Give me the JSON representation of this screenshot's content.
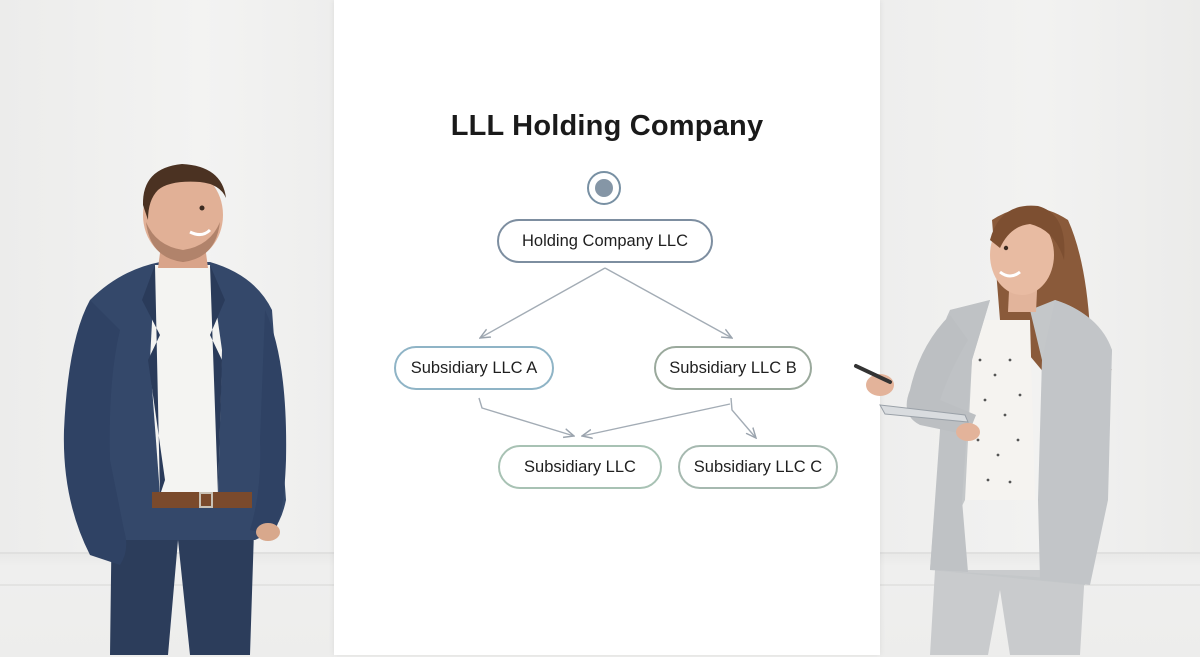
{
  "diagram": {
    "title": "LLL Holding Company",
    "nodes": {
      "root": "Holding Company LLC",
      "sub_a": "Subsidiary LLC A",
      "sub_b": "Subsidiary LLC B",
      "sub_mid": "Subsidiary LLC",
      "sub_c": "Subsidiary LLC C"
    },
    "edges": [
      [
        "root",
        "sub_a"
      ],
      [
        "root",
        "sub_b"
      ],
      [
        "sub_a",
        "sub_mid"
      ],
      [
        "sub_b",
        "sub_mid"
      ],
      [
        "sub_b",
        "sub_c"
      ]
    ]
  },
  "people": {
    "left": "man-in-navy-suit",
    "right": "woman-in-grey-suit-with-tablet"
  },
  "colors": {
    "board": "#ffffff",
    "wall": "#efefee",
    "root_dot": "#8596a6",
    "edge": "#9aa3ad"
  }
}
